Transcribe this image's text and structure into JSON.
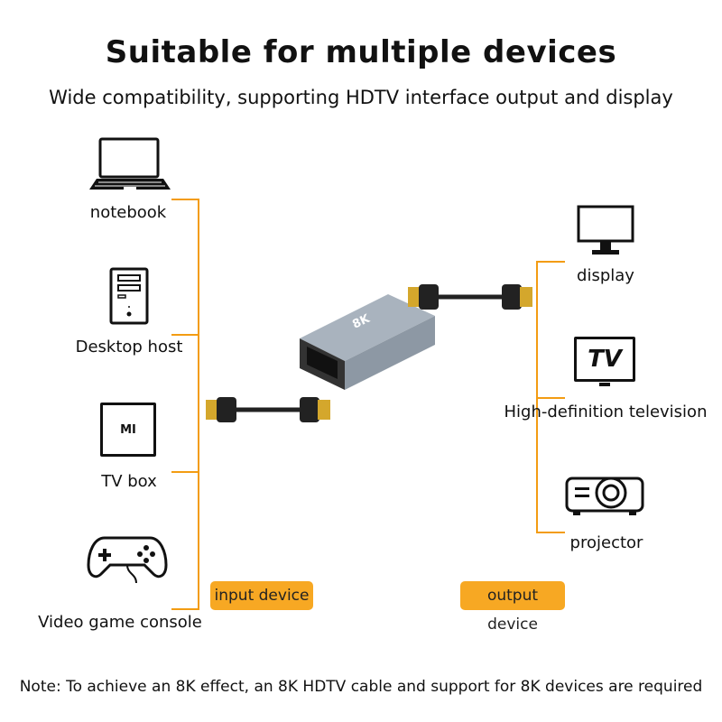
{
  "title": "Suitable for multiple devices",
  "subtitle": "Wide compatibility, supporting HDTV interface output and display",
  "input_devices": [
    {
      "label": "notebook",
      "icon": "laptop-icon"
    },
    {
      "label": "Desktop host",
      "icon": "desktop-tower-icon"
    },
    {
      "label": "TV box",
      "icon": "tv-box-icon",
      "icon_text": "MI"
    },
    {
      "label": "Video game console",
      "icon": "gamepad-icon"
    }
  ],
  "output_devices": [
    {
      "label": "display",
      "icon": "monitor-icon"
    },
    {
      "label": "High-definition television",
      "icon": "tv-icon",
      "icon_text": "TV"
    },
    {
      "label": "projector",
      "icon": "projector-icon"
    }
  ],
  "input_badge": "input device",
  "output_badge": "output device",
  "adapter_text": "8K",
  "note": "Note: To achieve an 8K effect, an 8K HDTV cable and support for 8K devices are required",
  "colors": {
    "accent": "#f39c12",
    "badge": "#f7a823"
  }
}
